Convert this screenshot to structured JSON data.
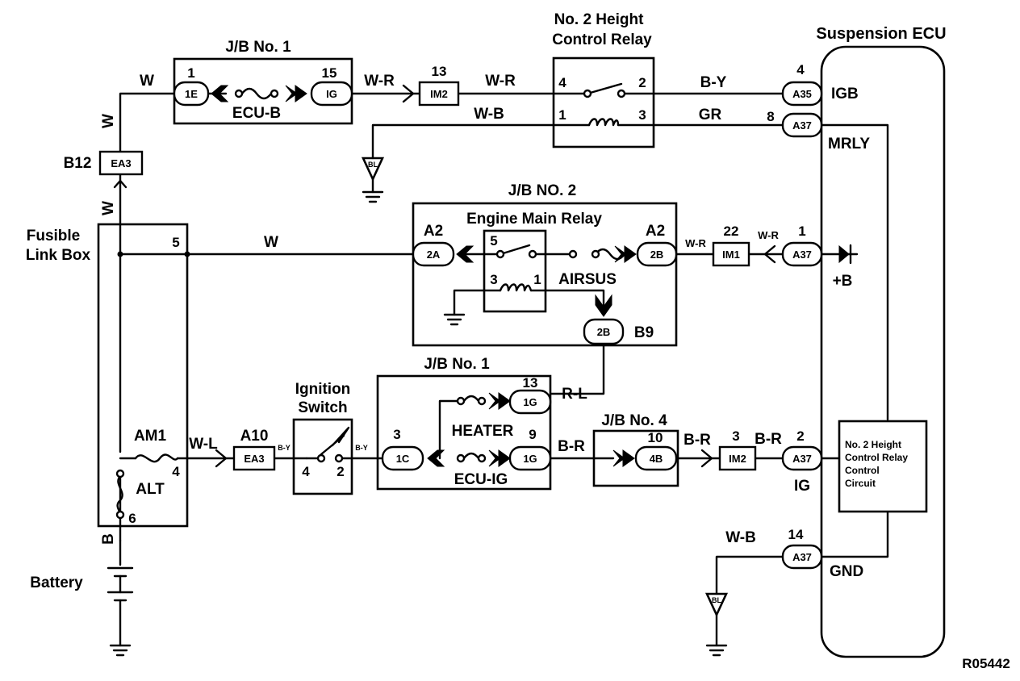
{
  "title": "Suspension ECU",
  "ref": "R05442",
  "components": {
    "jb1_top": "J/B No. 1",
    "jb1_top_fuse": "ECU-B",
    "relay2_line1": "No. 2 Height",
    "relay2_line2": "Control Relay",
    "jb2": "J/B NO. 2",
    "engine_main_relay": "Engine Main Relay",
    "airsus": "AIRSUS",
    "jb1_mid": "J/B No. 1",
    "heater": "HEATER",
    "ecu_ig": "ECU-IG",
    "jb4": "J/B No. 4",
    "fusible_line1": "Fusible",
    "fusible_line2": "Link Box",
    "am1": "AM1",
    "alt": "ALT",
    "battery": "Battery",
    "ignition_line1": "Ignition",
    "ignition_line2": "Switch",
    "ecu_block_line1": "No. 2 Height",
    "ecu_block_line2": "Control Relay",
    "ecu_block_line3": "Control",
    "ecu_block_line4": "Circuit",
    "plus_b": "+B",
    "bl1": "BL",
    "bl2": "BL"
  },
  "connectors": {
    "c1E": "1E",
    "cIG": "IG",
    "cIM2a": "IM2",
    "cA35": "A35",
    "cA37a": "A37",
    "cEA3a": "EA3",
    "c2A": "2A",
    "c2Ba": "2B",
    "cIM1": "IM1",
    "cA37b": "A37",
    "c2Bb": "2B",
    "c1Ga": "1G",
    "c1C": "1C",
    "c1Gb": "1G",
    "c4B": "4B",
    "cIM2b": "IM2",
    "cA37c": "A37",
    "cEA3b": "EA3",
    "cA37d": "A37"
  },
  "connector_names": {
    "B12": "B12",
    "A2a": "A2",
    "A2b": "A2",
    "B9": "B9",
    "A10": "A10"
  },
  "pins": {
    "p1_1E": "1",
    "p15_IG": "15",
    "p13_IM2": "13",
    "p4_relay": "4",
    "p2_relay": "2",
    "p1_relay": "1",
    "p3_relay": "3",
    "p4_A35": "4",
    "p8_A37": "8",
    "p5_fl": "5",
    "p5_emr": "5",
    "p3_emr": "3",
    "p1_emr": "1",
    "p22_IM1": "22",
    "p1_A37": "1",
    "p13_1G": "13",
    "p3_1C": "3",
    "p9_1G": "9",
    "p10_4B": "10",
    "p3_IM2": "3",
    "p2_A37": "2",
    "p4_ign": "4",
    "p2_ign": "2",
    "p4_fl": "4",
    "p6_fl": "6",
    "p14_A37": "14"
  },
  "ecu_terminals": {
    "IGB": "IGB",
    "MRLY": "MRLY",
    "IG": "IG",
    "GND": "GND"
  },
  "wires": {
    "w_top": "W",
    "w_vert1": "W",
    "w_vert2": "W",
    "wr_top1": "W-R",
    "wr_top2": "W-R",
    "wb_top": "W-B",
    "by_top": "B-Y",
    "gr_top": "GR",
    "w_mid": "W",
    "wr_mid1": "W-R",
    "wr_mid2": "W-R",
    "rl": "R-L",
    "br1": "B-R",
    "br2": "B-R",
    "br3": "B-R",
    "wl": "W-L",
    "by1": "B-Y",
    "by2": "B-Y",
    "b_bat": "B",
    "wb_low": "W-B"
  }
}
